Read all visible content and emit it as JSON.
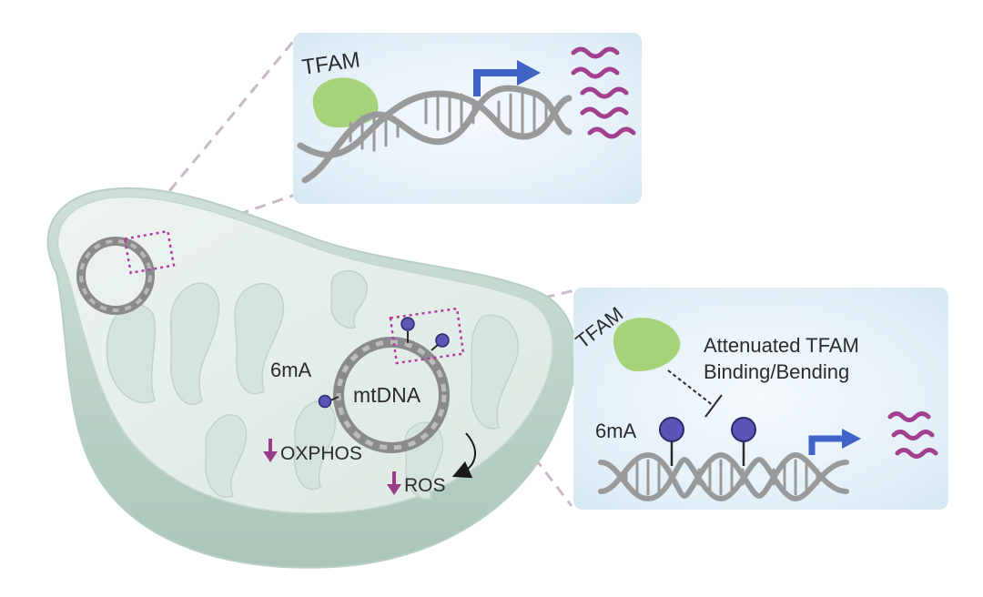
{
  "top_inset": {
    "protein_label": "TFAM"
  },
  "bottom_inset": {
    "protein_label": "TFAM",
    "effect_line1": "Attenuated TFAM",
    "effect_line2": "Binding/Bending",
    "mark_label": "6mA"
  },
  "mitochondrion": {
    "mark_label": "6mA",
    "genome_label": "mtDNA",
    "oxphos_label": "OXPHOS",
    "ros_label": "ROS"
  },
  "colors": {
    "tfam": "#a6d37a",
    "dna": "#9a9a9a",
    "transcription_arrow": "#3f63c6",
    "rna": "#a2408f",
    "methyl_mark": "#5b55b8",
    "down_arrow": "#9a3c8c",
    "zoom_box": "#b23aa0",
    "inset_background": "#e4f1fa",
    "mito_outer": "#d9e7e1"
  }
}
